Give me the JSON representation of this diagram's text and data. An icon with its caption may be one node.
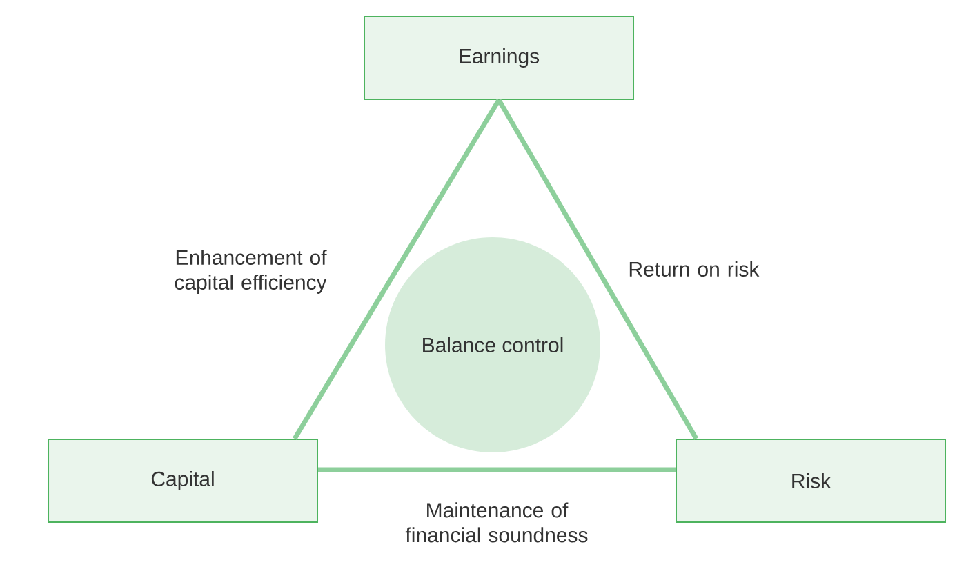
{
  "diagram": {
    "nodes": [
      {
        "text": [
          "Earnings"
        ]
      },
      {
        "text": [
          "Capital"
        ]
      },
      {
        "text": [
          "Risk"
        ]
      },
      {
        "text": [
          "Balance control"
        ]
      }
    ],
    "edges": [
      {
        "from": 0,
        "to": 1,
        "arrow": "none",
        "label": "Enhancement of capital efficiency"
      },
      {
        "from": 0,
        "to": 2,
        "arrow": "none",
        "label": "Return on risk"
      },
      {
        "from": 1,
        "to": 2,
        "arrow": "none",
        "label": "Maintenance of financial soundness"
      }
    ]
  }
}
